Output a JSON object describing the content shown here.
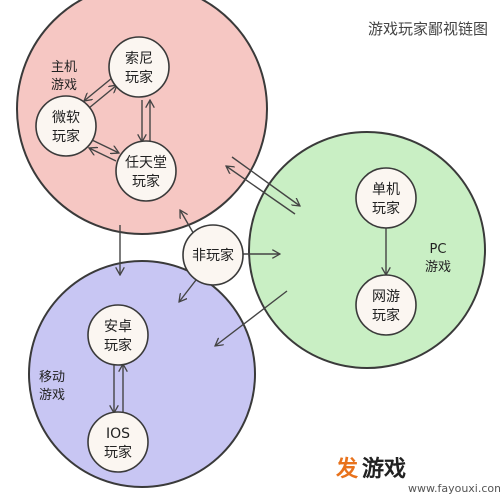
{
  "title": "游戏玩家鄙视链图",
  "groups": {
    "console": {
      "line1": "主机",
      "line2": "游戏",
      "color": "#f6c7c3"
    },
    "pc": {
      "line1": "PC",
      "line2": "游戏",
      "color": "#c9efc4"
    },
    "mobile": {
      "line1": "移动",
      "line2": "游戏",
      "color": "#c8c6f3"
    }
  },
  "nodes": {
    "sony": {
      "line1": "索尼",
      "line2": "玩家"
    },
    "microsoft": {
      "line1": "微软",
      "line2": "玩家"
    },
    "nintendo": {
      "line1": "任天堂",
      "line2": "玩家"
    },
    "non_player": {
      "line1": "非玩家",
      "color": "#f7f5a6"
    },
    "single_player": {
      "line1": "单机",
      "line2": "玩家"
    },
    "online": {
      "line1": "网游",
      "line2": "玩家"
    },
    "android": {
      "line1": "安卓",
      "line2": "玩家"
    },
    "ios": {
      "line1": "IOS",
      "line2": "玩家"
    }
  },
  "watermark": {
    "logo_char": "发",
    "brand": "游戏",
    "url": "www.fayouxi.com"
  }
}
